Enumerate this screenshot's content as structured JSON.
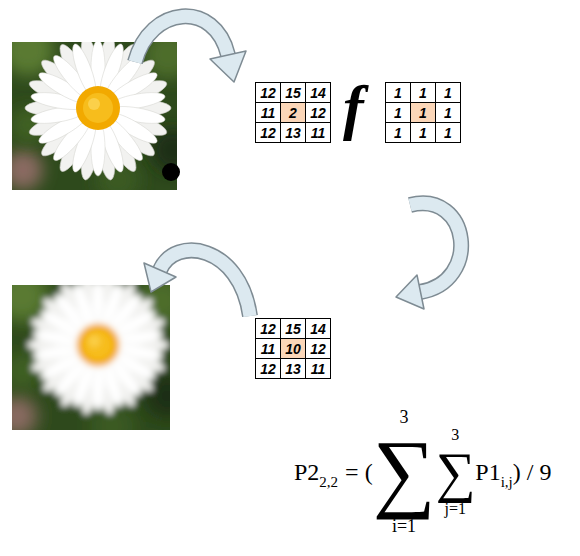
{
  "diagram": {
    "labels": [
      "12",
      "15",
      "14",
      "11",
      "2",
      "12",
      "12",
      "13",
      "11",
      "f",
      "1",
      "1",
      "1",
      "1",
      "1",
      "1",
      "1",
      "1",
      "1",
      "12",
      "15",
      "14",
      "11",
      "10",
      "12",
      "12",
      "13",
      "11",
      "P2",
      "2,2",
      "= (",
      "3",
      "∑",
      "i=1",
      "3",
      "∑",
      "j=1",
      "P1",
      "i,j",
      ") / 9"
    ]
  }
}
